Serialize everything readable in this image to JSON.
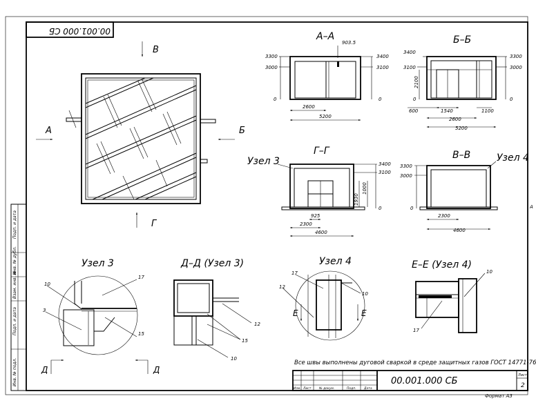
{
  "drawing": {
    "code_top": "00.001.000 СБ",
    "code_title": "00.001.000 СБ",
    "note": "Все швы выполнены дуговой сваркой в среде защитных газов ГОСТ 14771-76",
    "format": "Формат А3",
    "sheet_label": "Лист",
    "sheet_number": "2",
    "side_letter": "А",
    "title_block_cols": [
      "Изм.",
      "Лист",
      "№ докум.",
      "Подп.",
      "Дата"
    ]
  },
  "left_strip": [
    "Подп. и дата",
    "Инв. № дубл.",
    "Взам. инв. №",
    "Подп. и дата",
    "Инв. № подл."
  ],
  "plan_view": {
    "arrow_v": "В",
    "arrow_a": "А",
    "arrow_b": "Б",
    "arrow_g": "Г"
  },
  "section_aa": {
    "title": "А–А",
    "dims": {
      "top": "903.5",
      "l1": "3300",
      "l2": "3000",
      "r1": "3400",
      "r2": "3100",
      "zl": "0",
      "zr": "0",
      "w1": "2600",
      "w2": "5200"
    }
  },
  "section_bb": {
    "title": "Б–Б",
    "dims": {
      "l1": "3400",
      "l2": "3100",
      "r1": "3300",
      "r2": "3000",
      "h": "2100",
      "zl": "0",
      "zr": "0",
      "a": "600",
      "b": "1540",
      "c": "1100",
      "w1": "2600",
      "w2": "5200"
    }
  },
  "section_gg": {
    "title": "Г–Г",
    "node": "Узел 3",
    "dims": {
      "r1": "3400",
      "r2": "3100",
      "z": "0",
      "v1": "1930",
      "v2": "1000",
      "w0": "925",
      "w1": "2300",
      "w2": "4600"
    }
  },
  "section_vv": {
    "title": "В–В",
    "node": "Узел 4",
    "dims": {
      "l1": "3300",
      "l2": "3000",
      "z": "0",
      "w1": "2300",
      "w2": "4600"
    }
  },
  "detail_3": {
    "title": "Узел 3",
    "callouts": [
      "10",
      "17",
      "3",
      "15"
    ],
    "section_mark": "Д"
  },
  "detail_dd": {
    "title": "Д–Д (Узел 3)",
    "callouts": [
      "12",
      "15",
      "10"
    ]
  },
  "detail_4": {
    "title": "Узел 4",
    "callouts": [
      "17",
      "12",
      "10"
    ],
    "section_mark": "Е"
  },
  "detail_ee": {
    "title": "Е–Е (Узел 4)",
    "callouts": [
      "10",
      "17"
    ]
  }
}
